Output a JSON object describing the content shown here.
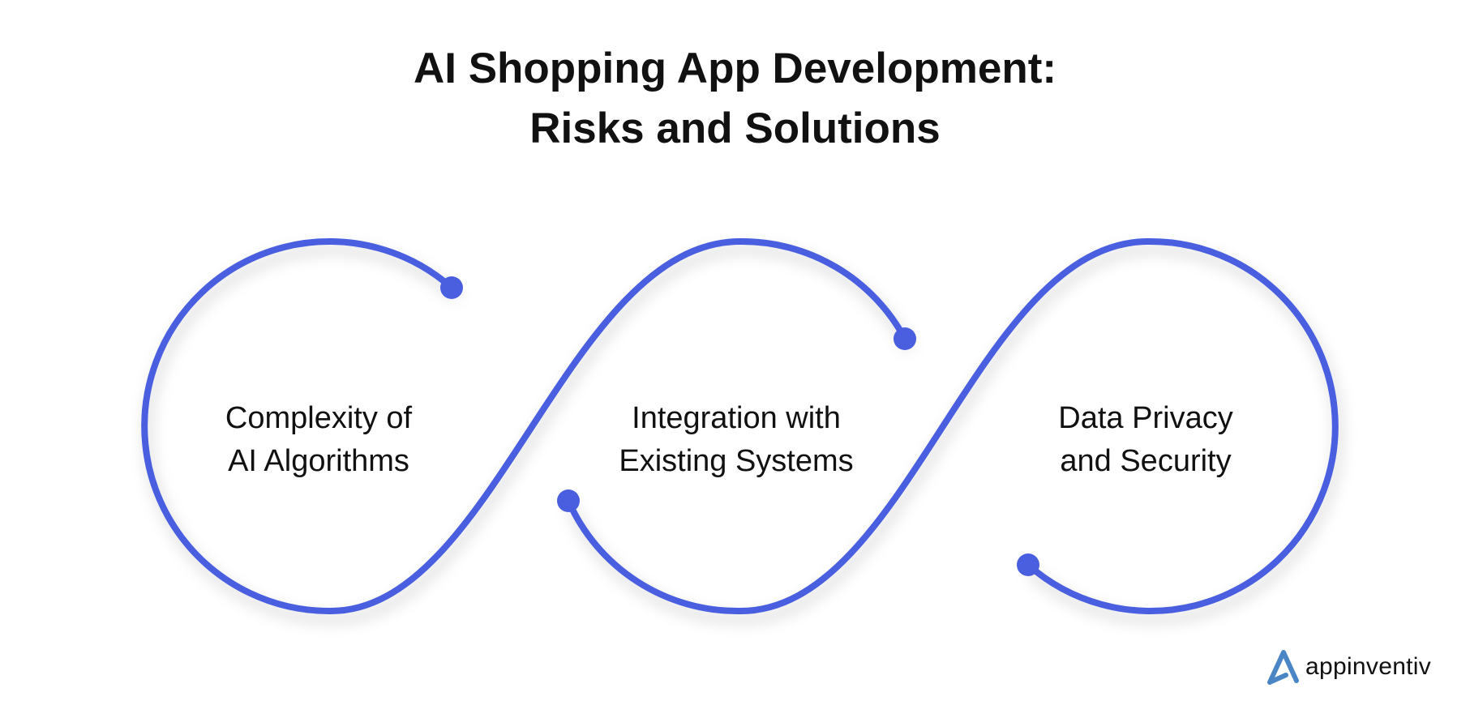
{
  "title": {
    "line1": "AI Shopping App Development:",
    "line2": "Risks and Solutions"
  },
  "steps": [
    {
      "line1": "Complexity of",
      "line2": "AI Algorithms"
    },
    {
      "line1": "Integration with",
      "line2": "Existing Systems"
    },
    {
      "line1": "Data Privacy",
      "line2": "and Security"
    }
  ],
  "brand": {
    "name": "appinventiv",
    "logo_color": "#4a86c5"
  },
  "colors": {
    "accent": "#4a5ee0"
  }
}
